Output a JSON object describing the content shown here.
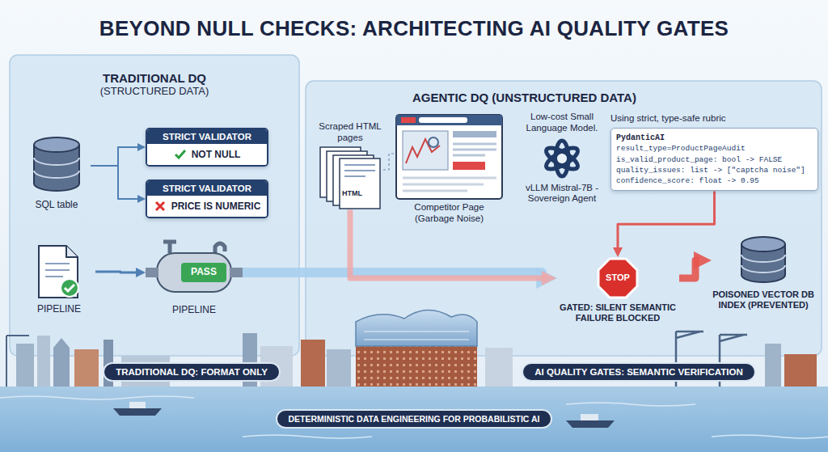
{
  "diagram": {
    "title": "BEYOND NULL CHECKS: ARCHITECTING AI QUALITY GATES",
    "nodes": [
      {
        "text": [
          "TRADITIONAL DQ",
          "(STRUCTURED DATA)"
        ]
      },
      {
        "text": [
          "SQL table"
        ],
        "in": 0
      },
      {
        "text": [
          "STRICT VALIDATOR",
          "NOT NULL"
        ],
        "in": 0
      },
      {
        "text": [
          "STRICT VALIDATOR",
          "PRICE IS NUMERIC"
        ],
        "in": 0
      },
      {
        "text": [
          "PIPELINE"
        ],
        "in": 0
      },
      {
        "text": [
          "PASS",
          "PIPELINE"
        ],
        "in": 0
      },
      {
        "text": [
          "AGENTIC DQ (UNSTRUCTURED DATA)"
        ]
      },
      {
        "text": [
          "Scraped HTML pages",
          "HTML"
        ],
        "in": 6
      },
      {
        "text": [
          "Competitor Page (Garbage Noise)"
        ],
        "in": 6
      },
      {
        "text": [
          "Low-cost Small Language Model.",
          "vLLM Mistral-7B - Sovereign Agent"
        ],
        "in": 6
      },
      {
        "text": [
          "Using strict, type-safe rubric",
          "PydanticAI",
          "result_type=ProductPageAudit",
          "is_valid_product_page: bool -> FALSE",
          "quality_issues: list -> [\"captcha noise\"]",
          "confidence_score: float -> 0.95"
        ],
        "in": 6
      },
      {
        "text": [
          "STOP",
          "GATED: SILENT SEMANTIC FAILURE BLOCKED"
        ],
        "in": 6
      },
      {
        "text": [
          "POISONED VECTOR DB INDEX (PREVENTED)"
        ],
        "in": 6
      },
      {
        "text": [
          "TRADITIONAL DQ: FORMAT ONLY"
        ]
      },
      {
        "text": [
          "AI QUALITY GATES: SEMANTIC VERIFICATION"
        ]
      },
      {
        "text": [
          "DETERMINISTIC DATA ENGINEERING FOR PROBABILISTIC AI"
        ]
      }
    ],
    "edges": [
      {
        "from": 1,
        "to": 2,
        "arrow": "to"
      },
      {
        "from": 1,
        "to": 3,
        "arrow": "to"
      },
      {
        "from": 4,
        "to": 5,
        "arrow": "to"
      },
      {
        "from": 7,
        "to": 8,
        "arrow": "none"
      },
      {
        "from": 5,
        "to": 11,
        "arrow": "to"
      },
      {
        "from": 7,
        "to": 11,
        "arrow": "to"
      },
      {
        "from": 10,
        "to": 11,
        "arrow": "to"
      },
      {
        "from": 11,
        "to": 12,
        "arrow": "to"
      }
    ]
  }
}
